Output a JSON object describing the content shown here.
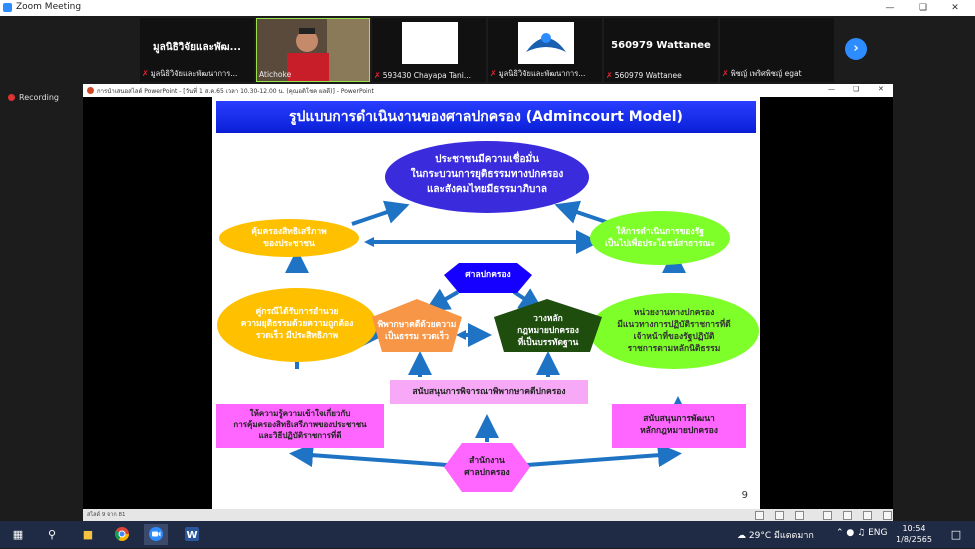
{
  "zoom": {
    "window_title": "Zoom Meeting",
    "recording_label": "Recording",
    "participants": [
      {
        "big_name": "มูลนิธิวิจัยและพัฒ...",
        "sub_name": "มูลนิธิวิจัยและพัฒนาการ...",
        "muted": true
      },
      {
        "big_name": "",
        "sub_name": "Atichoke",
        "muted": false
      },
      {
        "big_name": "",
        "sub_name": "593430 Chayapa Tani...",
        "muted": true
      },
      {
        "big_name": "",
        "sub_name": "มูลนิธิวิจัยและพัฒนาการ...",
        "muted": true
      },
      {
        "big_name": "560979 Wattanee",
        "sub_name": "560979 Wattanee",
        "muted": true
      },
      {
        "big_name": "",
        "sub_name": "พิชญ์ เพริศพิชญ์ egat",
        "muted": true
      }
    ]
  },
  "powerpoint": {
    "window_title": "การนำเสนอสไลด์ PowerPoint - [วันที่ 1 ส.ค.65 เวลา 10.30-12.00 น. (คุณอติโชค ผลดี)] - PowerPoint",
    "status_slide_count": "สไลด์ 9 จาก 81"
  },
  "slide": {
    "header": "รูปแบบการดำเนินงานของศาลปกครอง (Admincourt Model)",
    "number": "9",
    "colors": {
      "top": "#3a2bdc",
      "yellow": "#ffc000",
      "green": "#7fff2a",
      "orange": "#f79646",
      "dark_green": "#1e4d0e",
      "blue_hex": "#1500ff",
      "magenta": "#ff66ff",
      "pink": "#f7a8f7",
      "arrow": "#1f73c4"
    },
    "nodes": {
      "top_l1": "ประชาชนมีความเชื่อมั่น",
      "top_l2": "ในกระบวนการยุติธรรมทางปกครอง",
      "top_l3": "และสังคมไทยมีธรรมาภิบาล",
      "protect_l1": "คุ้มครองสิทธิเสรีภาพ",
      "protect_l2": "ของประชาชน",
      "public_l1": "ให้การดำเนินการของรัฐ",
      "public_l2": "เป็นไปเพื่อประโยชน์สาธารณะ",
      "court": "ศาลปกครอง",
      "parties_l1": "คู่กรณีได้รับการอำนวย",
      "parties_l2": "ความยุติธรรมด้วยความถูกต้อง",
      "parties_l3": "รวดเร็ว มีประสิทธิภาพ",
      "judge_l1": "พิพากษาคดีด้วยความ",
      "judge_l2": "เป็นธรรม รวดเร็ว",
      "principle_l1": "วางหลัก",
      "principle_l2": "กฎหมายปกครอง",
      "principle_l3": "ที่เป็นบรรทัดฐาน",
      "agency_l1": "หน่วยงานทางปกครอง",
      "agency_l2": "มีแนวทางการปฏิบัติราชการที่ดี",
      "agency_l3": "เจ้าหน้าที่ของรัฐปฏิบัติ",
      "agency_l4": "ราชการตามหลักนิติธรรม",
      "support_trial": "สนับสนุนการพิจารณาพิพากษาคดีปกครอง",
      "knowledge_l1": "ให้ความรู้ความเข้าใจเกี่ยวกับ",
      "knowledge_l2": "การคุ้มครองสิทธิเสรีภาพของประชาชน",
      "knowledge_l3": "และวิธีปฏิบัติราชการที่ดี",
      "develop_l1": "สนับสนุนการพัฒนา",
      "develop_l2": "หลักกฎหมายปกครอง",
      "office_l1": "สำนักงาน",
      "office_l2": "ศาลปกครอง"
    }
  },
  "taskbar": {
    "weather": "29°C มีแดดมาก",
    "language": "ENG",
    "time": "10:54",
    "date": "1/8/2565",
    "apps": [
      "windows-start",
      "search",
      "file-explorer",
      "chrome",
      "zoom",
      "word"
    ]
  }
}
